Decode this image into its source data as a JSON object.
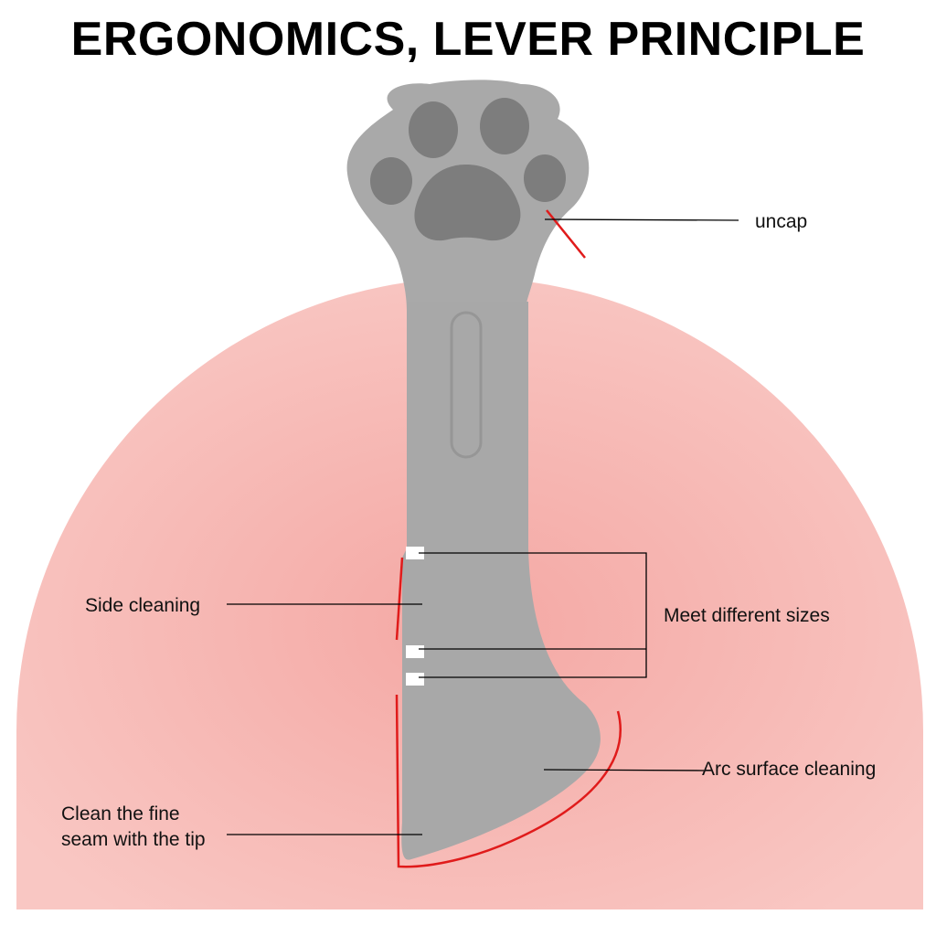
{
  "title": "ERGONOMICS, LEVER PRINCIPLE",
  "labels": {
    "uncap": "uncap",
    "side_cleaning": "Side cleaning",
    "meet_sizes": "Meet different sizes",
    "arc_cleaning": "Arc surface cleaning",
    "tip_line1": "Clean the fine",
    "tip_line2": "seam with the tip"
  },
  "icons": {
    "product": "paw-spoon-icon",
    "backdrop": "half-disc-backdrop"
  },
  "colors": {
    "backdrop": "#f7bcb8",
    "spoon": "#a9a9a9",
    "paw_pad": "#7d7d7d",
    "leader_line": "#000000",
    "accent_red": "#e01b1b"
  }
}
